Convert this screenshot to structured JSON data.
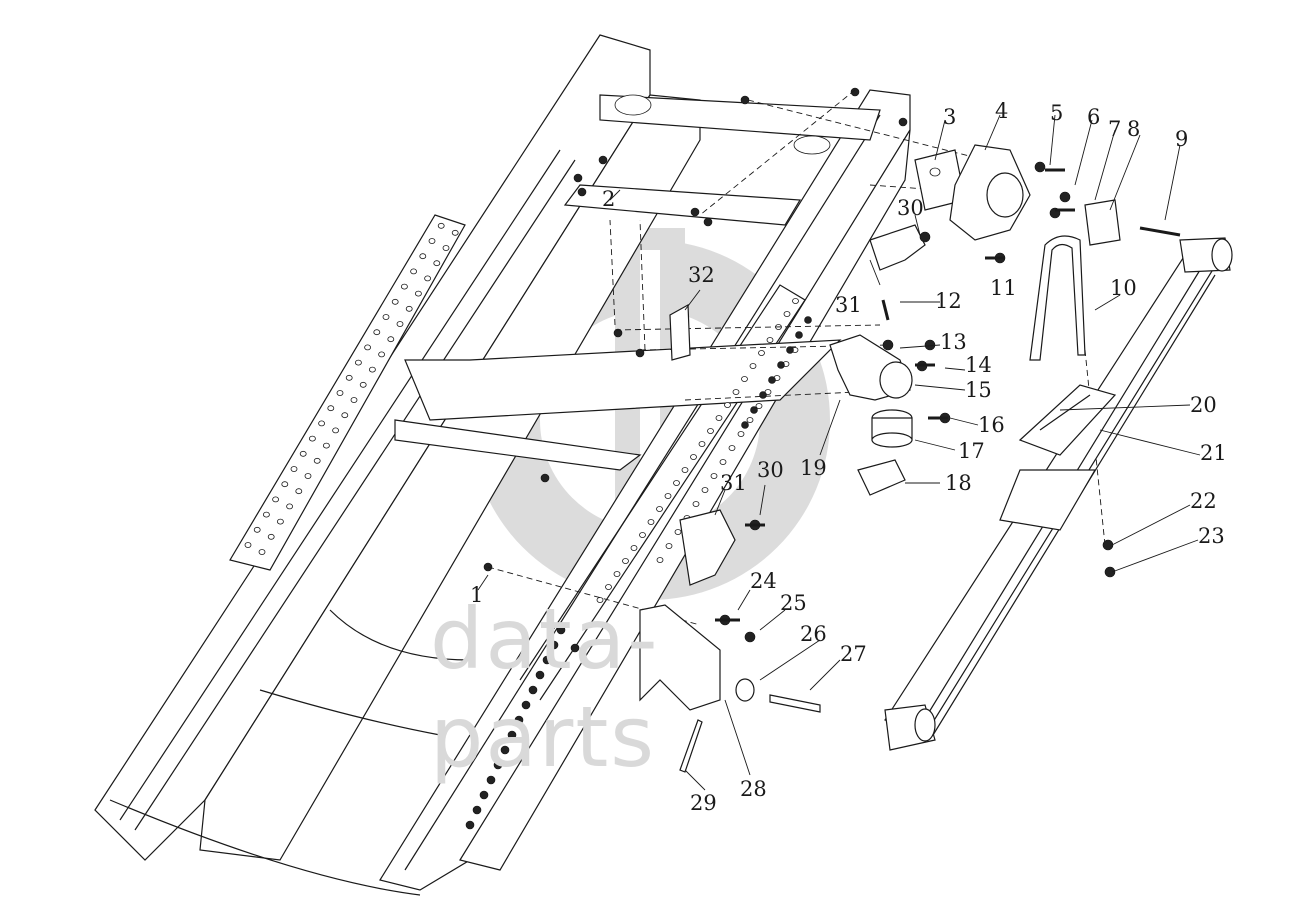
{
  "diagram": {
    "callouts": [
      "1",
      "2",
      "3",
      "4",
      "5",
      "6",
      "7",
      "8",
      "9",
      "10",
      "11",
      "12",
      "13",
      "14",
      "15",
      "16",
      "17",
      "18",
      "19",
      "20",
      "21",
      "22",
      "23",
      "24",
      "25",
      "26",
      "27",
      "28",
      "29",
      "30",
      "31",
      "32",
      "30",
      "31"
    ]
  },
  "watermark": {
    "text": "data-parts"
  }
}
